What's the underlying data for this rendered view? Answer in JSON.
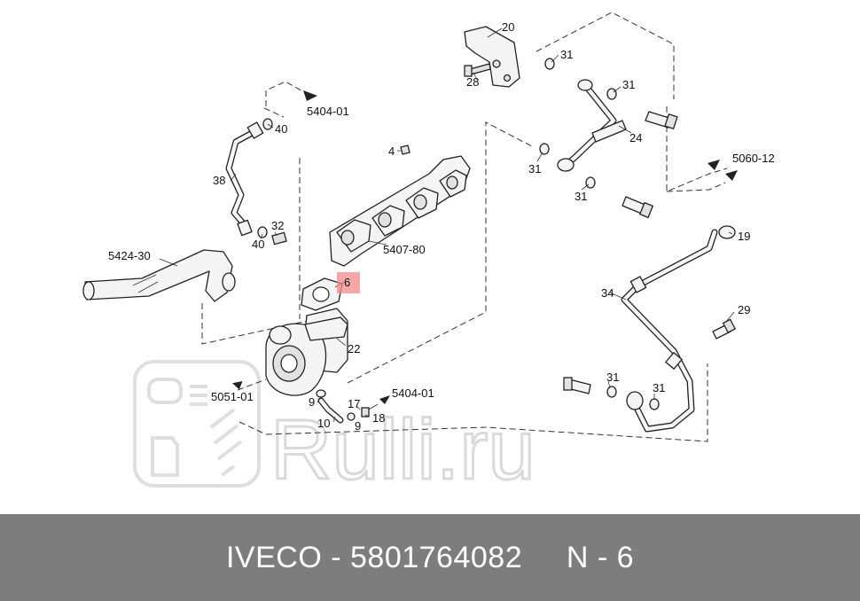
{
  "watermark": {
    "text": "Rulli.ru"
  },
  "diagram": {
    "callouts": {
      "c20": "20",
      "c28": "28",
      "c31a": "31",
      "c31b": "31",
      "c31c": "31",
      "c31d": "31",
      "c31e": "31",
      "c31f": "31",
      "c24": "24",
      "c4": "4",
      "c40a": "40",
      "c40b": "40",
      "c38": "38",
      "c32": "32",
      "c5407": "5407-80",
      "c5404a": "5404-01",
      "c5404b": "5404-01",
      "c5060": "5060-12",
      "c19": "19",
      "c5424": "5424-30",
      "c6": "6",
      "c34": "34",
      "c29": "29",
      "c22": "22",
      "c5051": "5051-01",
      "c9a": "9",
      "c9b": "9",
      "c10": "10",
      "c17": "17",
      "c18": "18"
    },
    "highlight_color": "#f08a8a"
  },
  "footer": {
    "brand": "IVECO",
    "separator": "-",
    "part_number": "5801764082",
    "position_code": "N - 6",
    "background": "#7d7d7d"
  }
}
